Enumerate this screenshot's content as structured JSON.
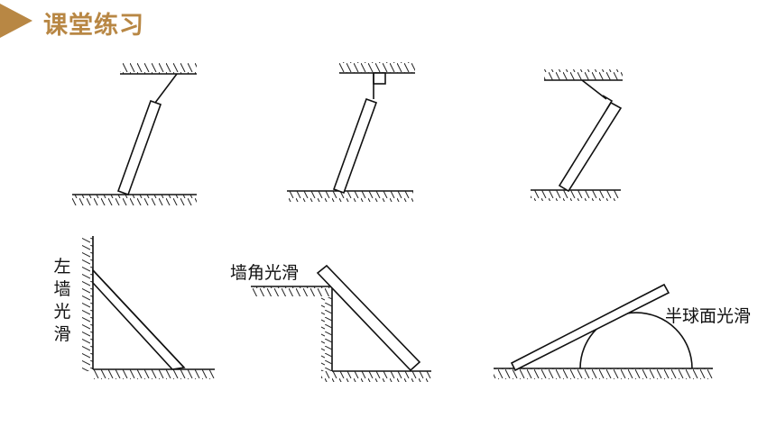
{
  "header": {
    "title": "课堂练习",
    "accent_color": "#b88744",
    "arrow_icon": "triangle-right-icon"
  },
  "labels": {
    "left_wall_smooth": "左墙光滑",
    "corner_smooth": "墙角光滑",
    "hemisphere_smooth": "半球面光滑"
  }
}
